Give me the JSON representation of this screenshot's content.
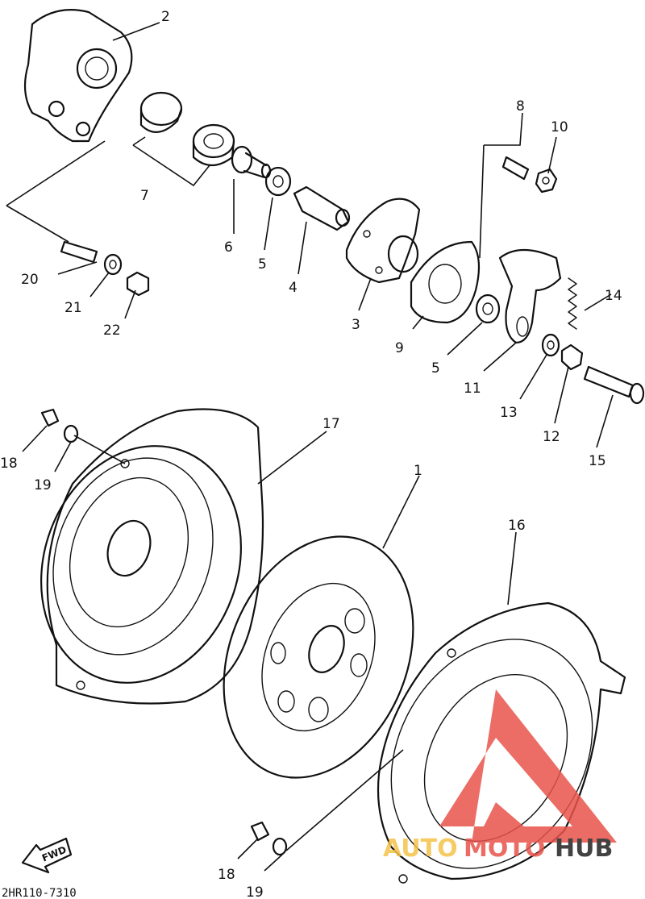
{
  "callouts": [
    "2",
    "7",
    "6",
    "5",
    "4",
    "8",
    "10",
    "20",
    "21",
    "22",
    "3",
    "9",
    "5",
    "11",
    "14",
    "13",
    "12",
    "15",
    "18",
    "19",
    "17",
    "1",
    "16",
    "18",
    "19"
  ],
  "fwd_label": "FWD",
  "diagram_code": "2HR110-7310",
  "watermark": {
    "auto": "AUTO",
    "moto": "MOTO",
    "hub": "HUB",
    "colors": {
      "triangle": "#e8534a",
      "auto": "#f5c34a",
      "moto": "#e8534a",
      "hub": "#222222"
    }
  }
}
